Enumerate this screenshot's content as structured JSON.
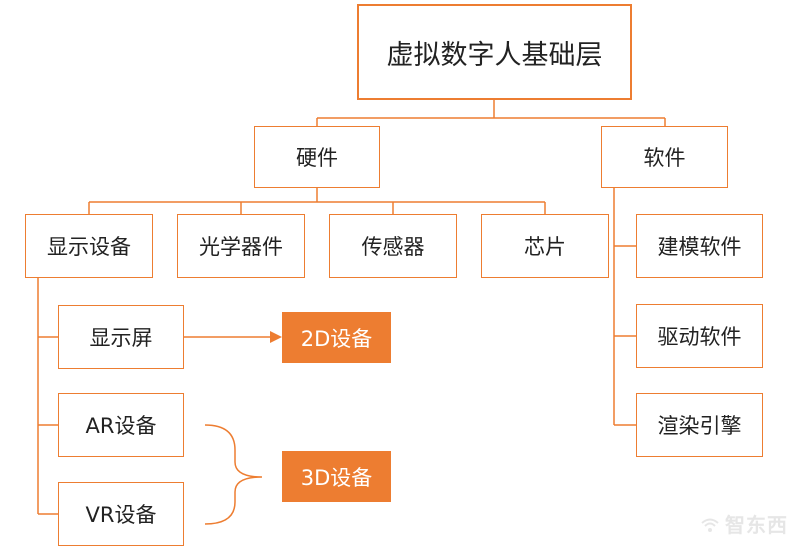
{
  "diagram": {
    "root": "虚拟数字人基础层",
    "branches": {
      "hardware": "硬件",
      "software": "软件"
    },
    "hardware_items": {
      "display_devices": "显示设备",
      "optical_devices": "光学器件",
      "sensors": "传感器",
      "chips": "芯片"
    },
    "display_subitems": {
      "display_screen": "显示屏",
      "ar_device": "AR设备",
      "vr_device": "VR设备"
    },
    "outcomes": {
      "device_2d": "2D设备",
      "device_3d": "3D设备"
    },
    "software_items": {
      "modeling": "建模软件",
      "driving": "驱动软件",
      "rendering": "渲染引擎"
    }
  },
  "colors": {
    "accent": "#ED7D31",
    "text": "#222222",
    "background": "#ffffff"
  },
  "watermark": {
    "text": "智东西"
  }
}
